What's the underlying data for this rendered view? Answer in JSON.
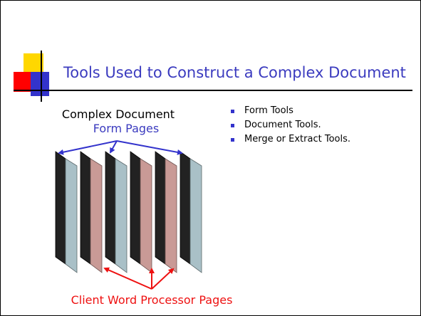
{
  "slide": {
    "title": "Tools Used to Construct a Complex Document"
  },
  "diagram": {
    "heading": "Complex Document",
    "top_label": "Form Pages",
    "bottom_label": "Client Word Processor Pages",
    "pages": [
      {
        "kind": "form"
      },
      {
        "kind": "client"
      },
      {
        "kind": "form"
      },
      {
        "kind": "client"
      },
      {
        "kind": "client"
      },
      {
        "kind": "form"
      }
    ]
  },
  "bullets": [
    {
      "text": "Form Tools"
    },
    {
      "text": "Document Tools."
    },
    {
      "text": "Merge or Extract Tools."
    }
  ],
  "colors": {
    "form_page": "#a9c0c7",
    "client_page": "#c99a96",
    "title_text": "#3b3bbf",
    "form_arrow": "#3333cc",
    "client_arrow": "#ee1111",
    "bullet": "#3333cc"
  }
}
